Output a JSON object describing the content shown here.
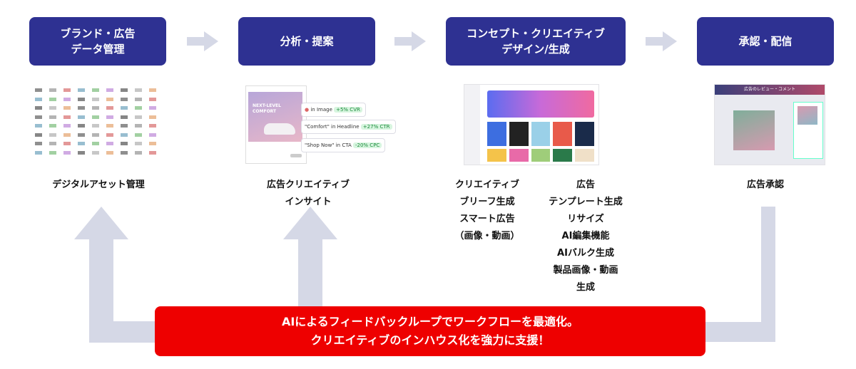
{
  "colors": {
    "stage_bg": "#2e3192",
    "arrow": "#d5d8e6",
    "banner_bg": "#ee0000",
    "banner_text": "#ffffff"
  },
  "stages": [
    {
      "title": "ブランド・広告\nデータ管理"
    },
    {
      "title": "分析・提案"
    },
    {
      "title": "コンセプト・クリエイティブ\nデザイン/生成"
    },
    {
      "title": "承認・配信"
    }
  ],
  "features": {
    "asset": "デジタルアセット管理",
    "insight": "広告クリエイティブ\nインサイト",
    "design_left": "クリエイティブ\nブリーフ生成\nスマート広告\n（画像・動画）",
    "design_right": "広告\nテンプレート生成\nリサイズ\nAI編集機能\nAIバルク生成\n製品画像・動画\n生成",
    "approval": "広告承認"
  },
  "thumbnails": {
    "insight_chips": [
      {
        "text": "in Image",
        "badge": "+5% CVR"
      },
      {
        "text": "\"Comfort\" in Headline",
        "badge": "+27% CTR"
      },
      {
        "text": "\"Shop Now\" in CTA",
        "badge": "-20% CPC"
      }
    ],
    "insight_ad_headline": "NEXT-LEVEL\nCOMFORT",
    "review_title": "広告のレビュー・コメント"
  },
  "banner": {
    "line1": "AIによるフィードバックループでワークフローを最適化。",
    "line2": "クリエイティブのインハウス化を強力に支援！"
  }
}
